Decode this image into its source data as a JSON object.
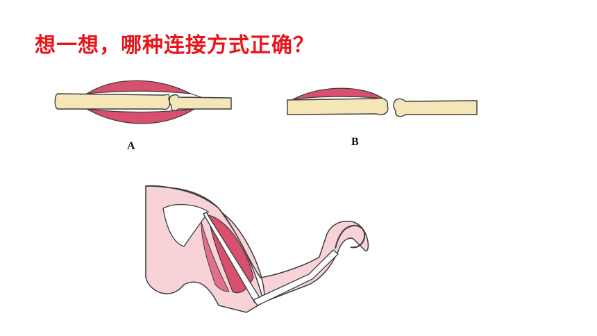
{
  "title": "想一想，哪种连接方式正确？",
  "option_a": {
    "label": "A"
  },
  "option_b": {
    "label": "B"
  },
  "colors": {
    "title": "#e8141a",
    "bone": "#f5e6b8",
    "bone_outline": "#3a3a3a",
    "muscle": "#d9506e",
    "muscle_light": "#f2a3b6",
    "skin": "#f7d3d8"
  }
}
